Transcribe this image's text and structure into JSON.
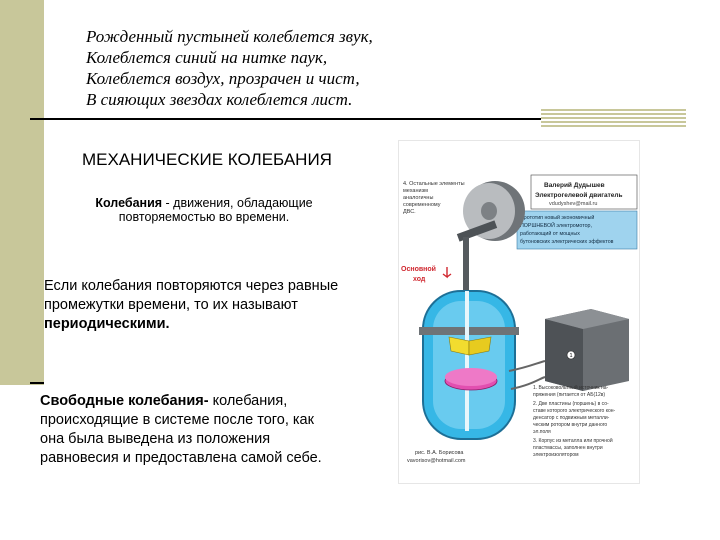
{
  "poem": [
    "Рожденный пустыней колеблется звук,",
    "Колеблется синий на нитке паук,",
    "Колеблется воздух, прозрачен и чист,",
    "В сияющих звездах колеблется лист."
  ],
  "title": "МЕХАНИЧЕСКИЕ КОЛЕБАНИЯ",
  "definition": {
    "term": "Колебания",
    "rest": " - движения, обладающие повторяемостью во времени."
  },
  "periodic": {
    "text": "Если колебания повторяются через равные промежутки времени, то их называют ",
    "term": "периодическими."
  },
  "free": {
    "term": "Свободные колебания-",
    "text": " колебания, происходящие в системе после того, как она была выведена из положения равновесия и предоставлена самой себе."
  },
  "figure": {
    "left_note": [
      "4. Остальные элементы",
      "механизм",
      "аналогичны",
      "современному",
      "ДВС."
    ],
    "author_box": [
      "Валерий Дудышев",
      "Электрогелевой двигатель",
      "vdudyshev@mail.ru"
    ],
    "blue_box": [
      "Прототип новый экономичный",
      "ПОРШНЕВОЙ электромотор,",
      "работающий от мощных",
      "бутоновских электрических эффектов"
    ],
    "main_stroke": [
      "Основной",
      "ход"
    ],
    "callout": "1",
    "right_notes": [
      "1. Высоковольтный источник на-",
      "пряжения (питается от АБ(12в)",
      "2. Две пластины (поршень) в со-",
      "ставе которого электрического кон-",
      "денсатор с подвижным металли-",
      "ческим ротором внутри данного",
      "эл.поля",
      "3. Корпус из металла или прочной",
      "пластмассы, заполнен внутри",
      "электроизолятором"
    ],
    "credit": [
      "рис. В.А. Борисова",
      "vavorisov@hotmail.com"
    ]
  }
}
